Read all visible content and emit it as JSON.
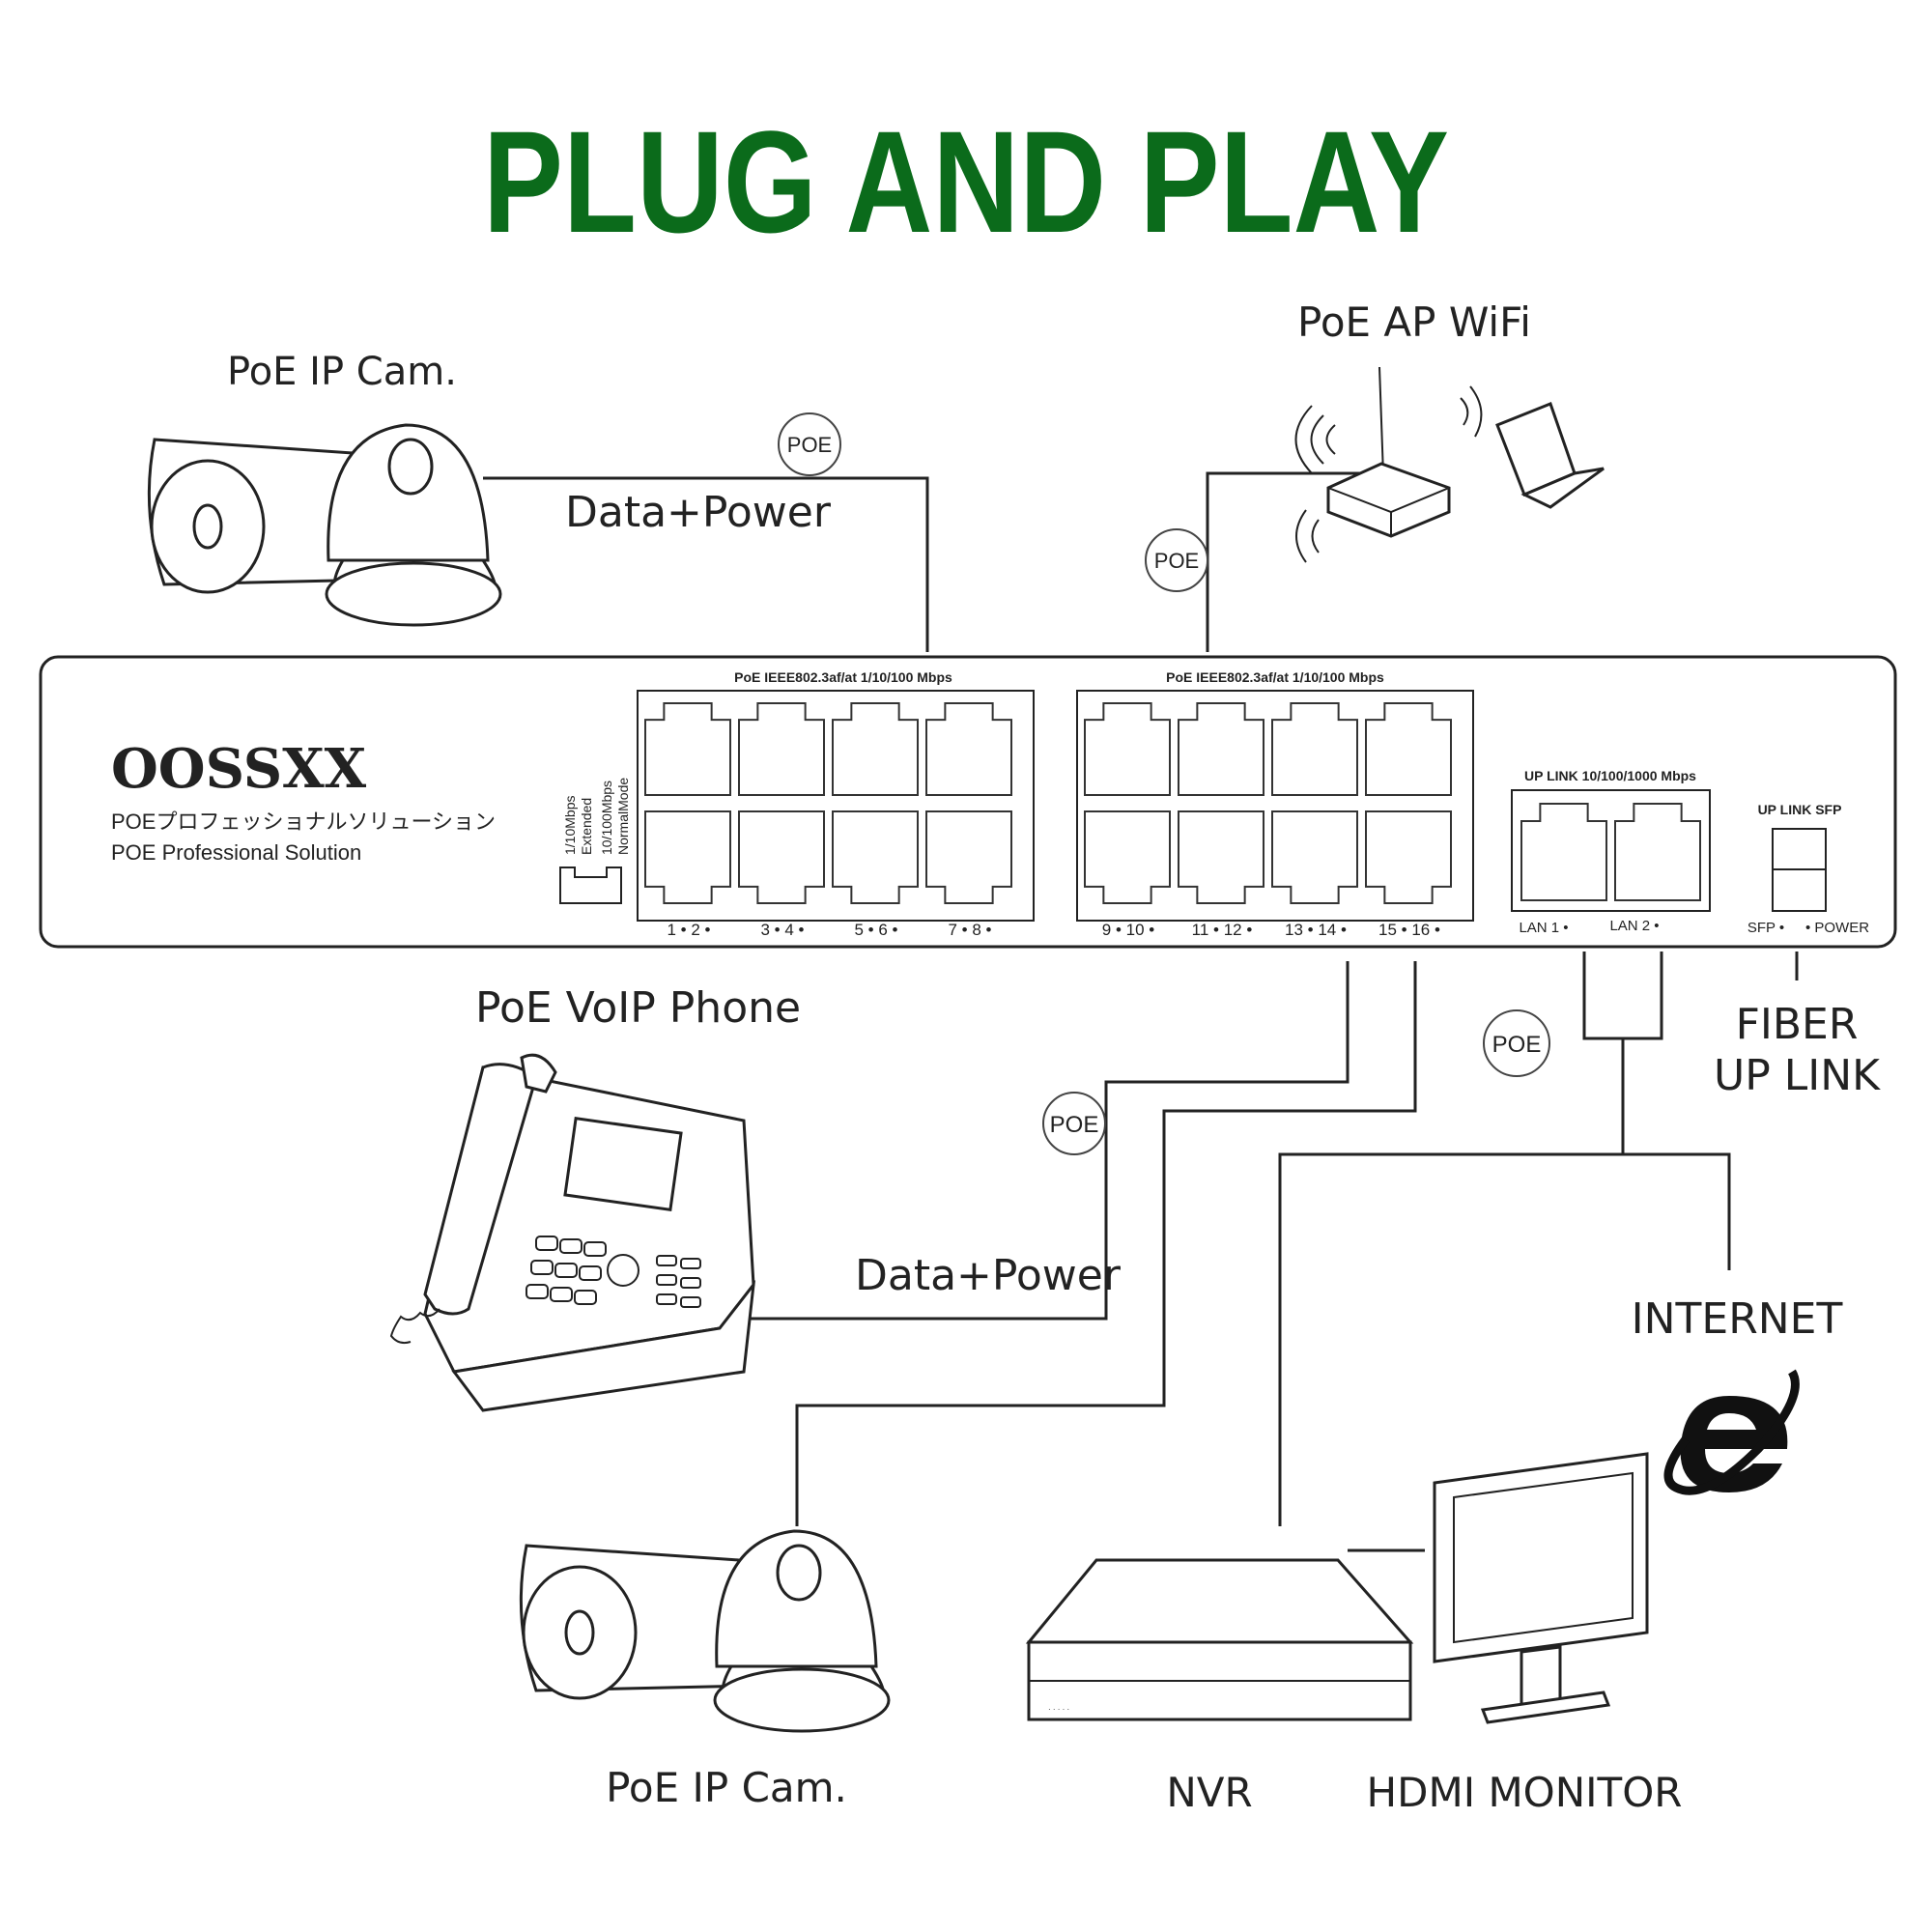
{
  "title": "PLUG AND PLAY",
  "labels": {
    "cam_top": "PoE IP Cam.",
    "cam_bottom": "PoE IP Cam.",
    "ap": "PoE AP WiFi",
    "voip": "PoE VoIP Phone",
    "data_power_1": "Data+Power",
    "data_power_2": "Data+Power",
    "fiber_1": "FIBER",
    "fiber_2": "UP LINK",
    "internet": "INTERNET",
    "nvr": "NVR",
    "monitor": "HDMI MONITOR"
  },
  "poe_badges": [
    "POE",
    "POE",
    "POE",
    "POE"
  ],
  "switch": {
    "brand": "OOSSXX",
    "subtitle_jp": "POEプロフェッショナルソリューション",
    "subtitle_en": "POE Professional Solution",
    "group1_header": "PoE IEEE802.3af/at 1/10/100 Mbps",
    "group2_header": "PoE IEEE802.3af/at 1/10/100 Mbps",
    "uplink_header": "UP LINK 10/100/1000 Mbps",
    "sfp_header": "UP LINK SFP",
    "mode_lines": [
      "1/10Mbps",
      "Extended",
      "10/100Mbps",
      "NormalMode"
    ],
    "port_labels_g1": [
      "1 • 2 •",
      "3 • 4 •",
      "5 • 6 •",
      "7 • 8 •"
    ],
    "port_labels_g2": [
      "9 • 10 •",
      "11 • 12 •",
      "13 • 14 •",
      "15 • 16 •"
    ],
    "lan_labels": [
      "LAN 1 •",
      "LAN 2 •"
    ],
    "sfp_label": "SFP •",
    "power_label": "• POWER"
  }
}
